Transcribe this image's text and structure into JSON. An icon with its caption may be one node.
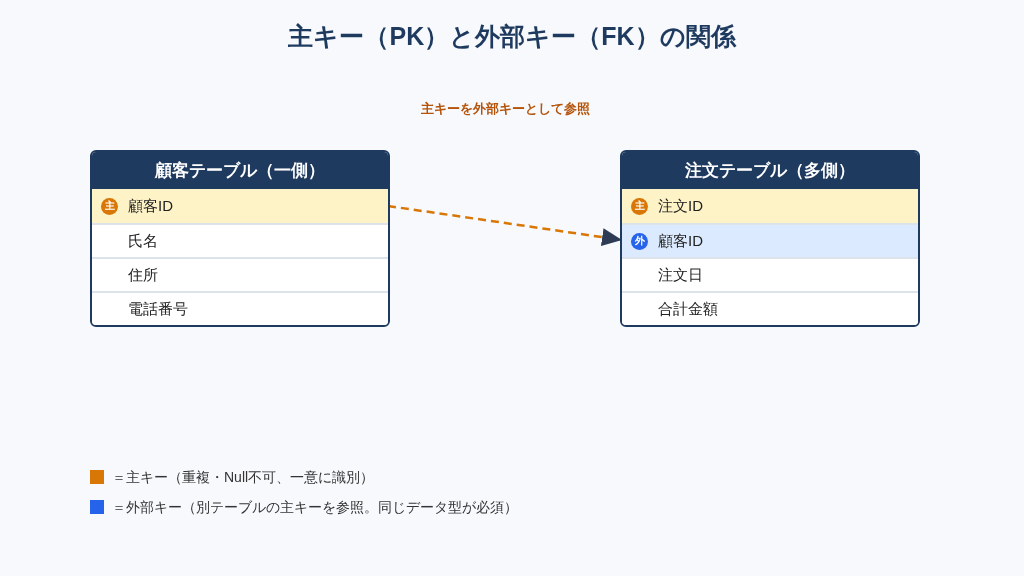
{
  "diagram": {
    "title": "主キー（PK）と外部キー（FK）の関係",
    "nodes": [
      {
        "text": [
          "顧客テーブル（一側）"
        ]
      },
      {
        "text": [
          "主",
          "顧客ID"
        ],
        "in": 0
      },
      {
        "text": [
          "氏名"
        ],
        "in": 0
      },
      {
        "text": [
          "住所"
        ],
        "in": 0
      },
      {
        "text": [
          "電話番号"
        ],
        "in": 0
      },
      {
        "text": [
          "注文テーブル（多側）"
        ]
      },
      {
        "text": [
          "主",
          "注文ID"
        ],
        "in": 5
      },
      {
        "text": [
          "外",
          "顧客ID"
        ],
        "in": 5
      },
      {
        "text": [
          "注文日"
        ],
        "in": 5
      },
      {
        "text": [
          "合計金額"
        ],
        "in": 5
      }
    ],
    "edges": [
      {
        "from": 1,
        "to": 7,
        "arrow": "to",
        "style": "dashed",
        "color": "#d97706"
      }
    ],
    "labels": [
      "主キーを外部キーとして参照"
    ],
    "legend": [
      {
        "text": "＝主キー（重複・Null不可、一意に識別）",
        "color": "#d97706"
      },
      {
        "text": "＝外部キー（別テーブルの主キーを参照。同じデータ型が必須）",
        "color": "#2563eb"
      }
    ]
  }
}
